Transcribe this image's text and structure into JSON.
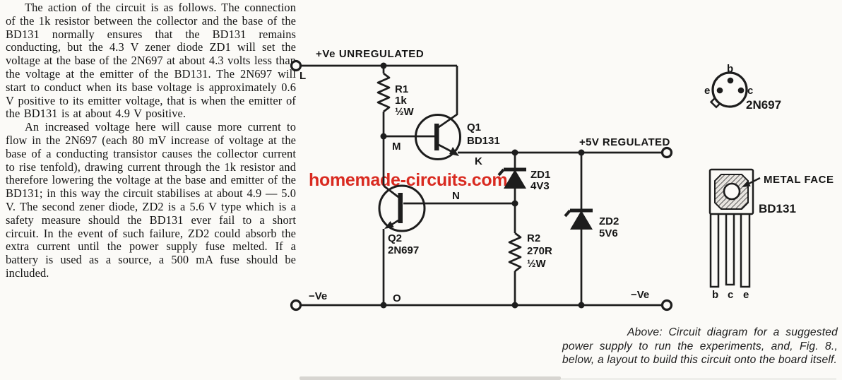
{
  "watermark": {
    "text": "homemade-circuits.com",
    "color": "#d92a20"
  },
  "article": {
    "paragraph1": "The action of the circuit is as follows. The connection of the 1k resistor between the collector and the base of the BD131 normally ensures that the BD131 remains conducting, but the 4.3 V zener diode ZD1 will set the voltage at the base of the 2N697 at about 4.3 volts less than the voltage at the emitter of the BD131. The 2N697 will start to conduct when its base voltage is approximately 0.6 V positive to its emitter voltage, that is when the emitter of the BD131 is at about 4.9 V positive.",
    "paragraph2": "An increased voltage here will cause more current to flow in the 2N697 (each 80 mV increase of voltage at the base of a conducting transistor causes the collector current to rise tenfold), drawing current through the 1k resistor and therefore lowering the voltage at the base and emitter of the BD131; in this way the circuit stabilises at about 4.9 — 5.0 V. The second zener diode, ZD2 is a 5.6 V type which is a safety measure should the BD131 ever fail to a short circuit. In the event of such failure, ZD2 could absorb the extra current until the power supply fuse melted. If a battery is used as a source, a 500 mA fuse should be included."
  },
  "schematic": {
    "top_rail_label": "+Ve UNREGULATED",
    "output_label": "+5V REGULATED",
    "neg_left": "−Ve",
    "neg_right": "−Ve",
    "node_l": "L",
    "node_m": "M",
    "node_n": "N",
    "node_o": "O",
    "node_k": "K",
    "r1": {
      "ref": "R1",
      "value": "1k",
      "rating": "½W"
    },
    "r2": {
      "ref": "R2",
      "value": "270R",
      "rating": "½W"
    },
    "q1": {
      "ref": "Q1",
      "part": "BD131"
    },
    "q2": {
      "ref": "Q2",
      "part": "2N697"
    },
    "zd1": {
      "ref": "ZD1",
      "value": "4V3"
    },
    "zd2": {
      "ref": "ZD2",
      "value": "5V6"
    },
    "line_color": "#1d1d1d"
  },
  "pinouts": {
    "to5": {
      "part": "2N697",
      "pin_top": "b",
      "pin_left": "e",
      "pin_right": "c"
    },
    "bd131": {
      "part": "BD131",
      "metal_face_label": "METAL FACE",
      "pin_b": "b",
      "pin_c": "c",
      "pin_e": "e"
    }
  },
  "caption": {
    "text": "Above: Circuit diagram for a suggested power supply to run the experiments, and, Fig. 8., below, a layout to build this circuit onto the board itself."
  }
}
